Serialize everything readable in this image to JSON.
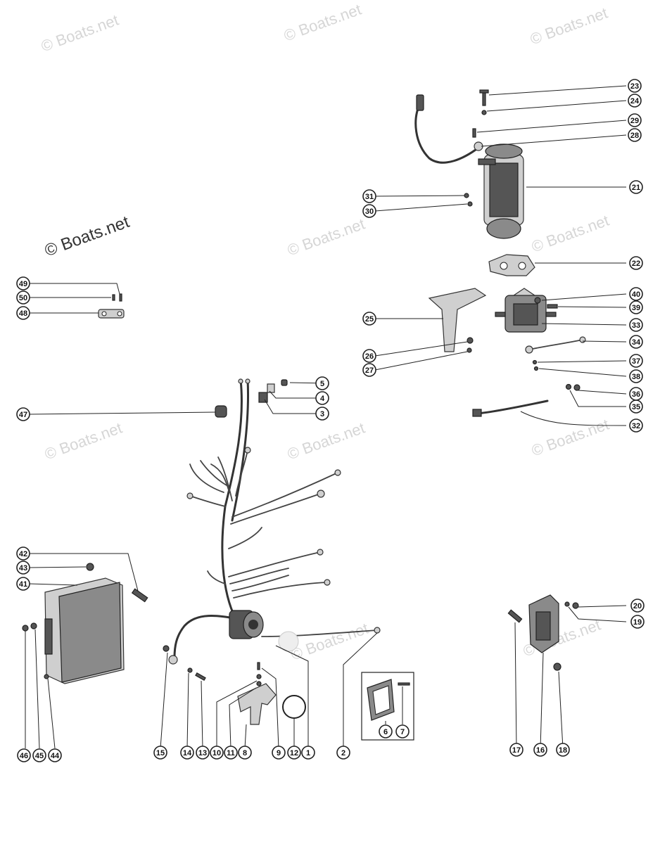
{
  "watermarks": {
    "text": "© Boats.net"
  },
  "callouts": [
    "1",
    "2",
    "3",
    "4",
    "5",
    "6",
    "7",
    "8",
    "9",
    "10",
    "11",
    "12",
    "13",
    "14",
    "15",
    "16",
    "17",
    "18",
    "19",
    "20",
    "21",
    "22",
    "23",
    "24",
    "25",
    "26",
    "27",
    "28",
    "29",
    "30",
    "31",
    "32",
    "33",
    "34",
    "35",
    "36",
    "37",
    "38",
    "39",
    "40",
    "41",
    "42",
    "43",
    "44",
    "45",
    "46",
    "47",
    "48",
    "49",
    "50"
  ],
  "colors": {
    "ink": "#222222",
    "watermark": "#d6d6d6",
    "background": "#ffffff"
  }
}
